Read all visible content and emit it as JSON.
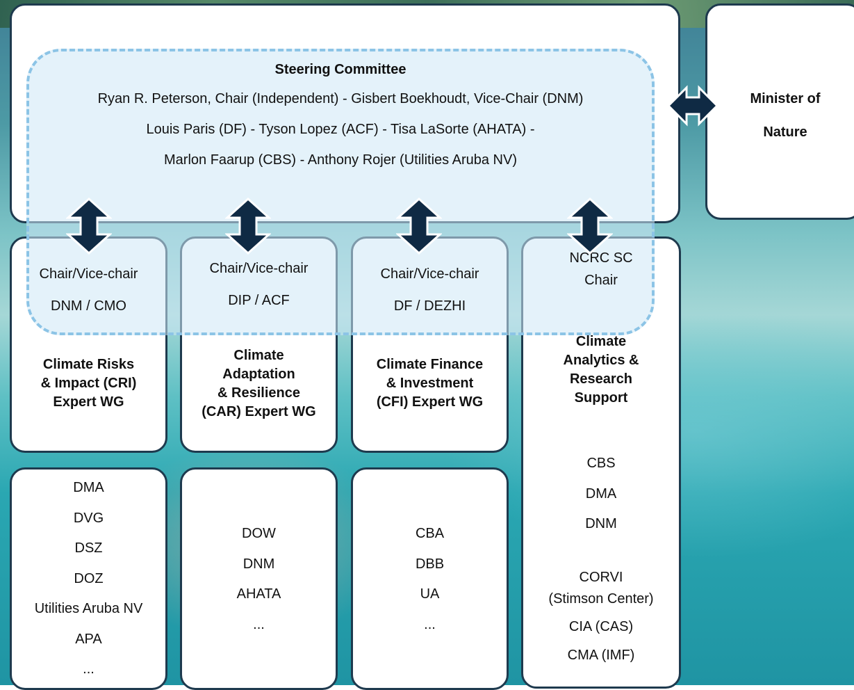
{
  "steering": {
    "title": "Steering Committee",
    "lines": [
      "Ryan R. Peterson, Chair (Independent) - Gisbert Boekhoudt, Vice-Chair (DNM)",
      "Louis Paris (DF) - Tyson Lopez (ACF) - Tisa LaSorte (AHATA) -",
      "Marlon Faarup (CBS) - Anthony Rojer (Utilities Aruba NV)"
    ]
  },
  "minister": {
    "line1": "Minister of",
    "line2": "Nature"
  },
  "groups": [
    {
      "chair_label": "Chair/Vice-chair",
      "chair_value": "DNM / CMO",
      "name": [
        "Climate Risks",
        "& Impact (CRI)",
        "Expert WG"
      ],
      "members": [
        "DMA",
        "DVG",
        "DSZ",
        "DOZ",
        "Utilities Aruba NV",
        "APA",
        "..."
      ]
    },
    {
      "chair_label": "Chair/Vice-chair",
      "chair_value": "DIP / ACF",
      "name": [
        "Climate",
        "Adaptation",
        "& Resilience",
        "(CAR) Expert WG"
      ],
      "members": [
        "DOW",
        "DNM",
        "AHATA",
        "..."
      ]
    },
    {
      "chair_label": "Chair/Vice-chair",
      "chair_value": "DF / DEZHI",
      "name": [
        "Climate Finance",
        "& Investment",
        "(CFI) Expert WG"
      ],
      "members": [
        "CBA",
        "DBB",
        "UA",
        "..."
      ]
    },
    {
      "chair_label": "NCRC SC",
      "chair_value": "Chair",
      "name": [
        "Climate",
        "Analytics &",
        "Research",
        "Support"
      ],
      "members": [
        "CBS",
        "DMA",
        "DNM"
      ],
      "members2": [
        "CORVI",
        "(Stimson Center)",
        "CIA (CAS)",
        "CMA (IMF)"
      ]
    }
  ]
}
